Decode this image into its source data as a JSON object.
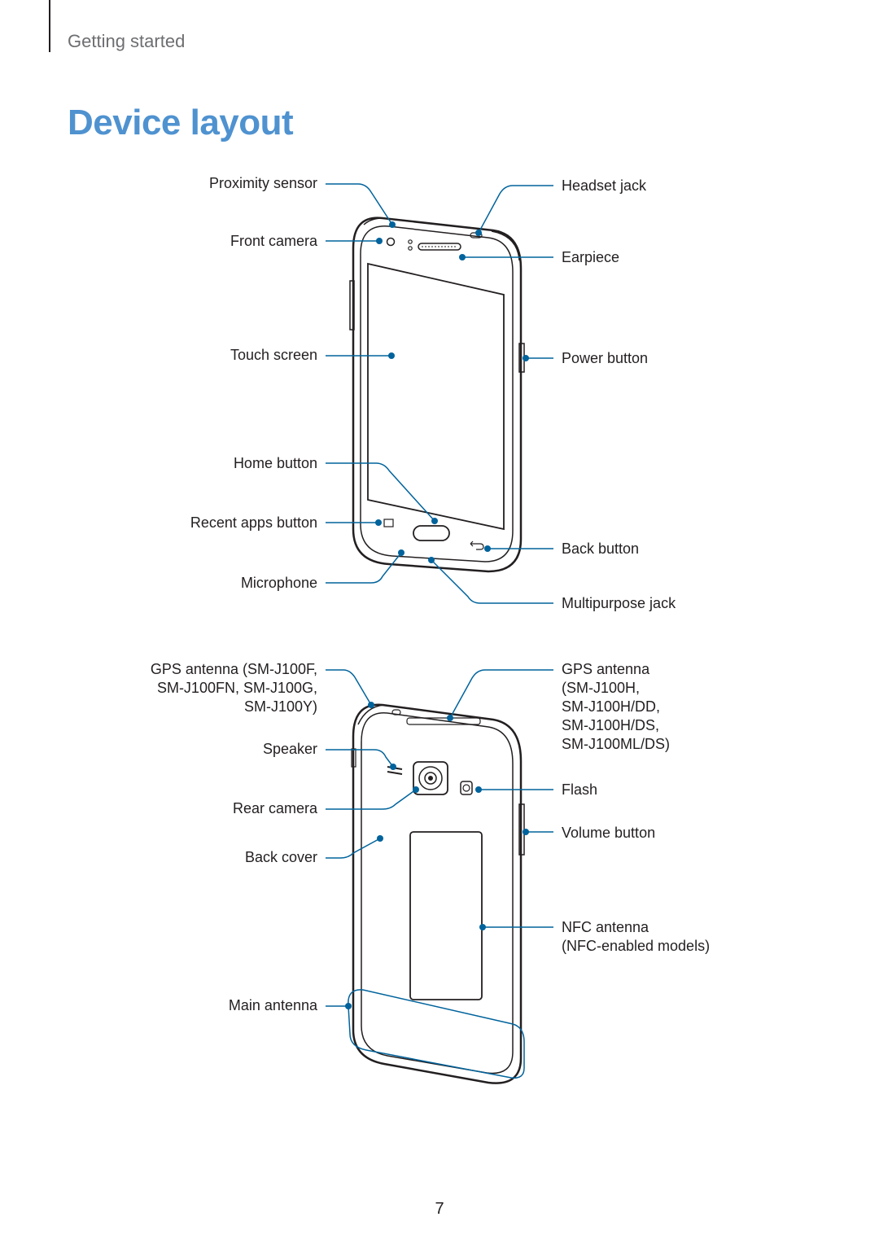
{
  "header": {
    "section": "Getting started",
    "title": "Device layout"
  },
  "front_labels": {
    "proximity_sensor": "Proximity sensor",
    "front_camera": "Front camera",
    "touch_screen": "Touch screen",
    "home_button": "Home button",
    "recent_apps_button": "Recent apps button",
    "microphone": "Microphone",
    "headset_jack": "Headset jack",
    "earpiece": "Earpiece",
    "power_button": "Power button",
    "back_button": "Back button",
    "multipurpose_jack": "Multipurpose jack"
  },
  "back_labels": {
    "gps_antenna_left": [
      "GPS antenna (SM-J100F,",
      "SM-J100FN, SM-J100G,",
      "SM-J100Y)"
    ],
    "speaker": "Speaker",
    "rear_camera": "Rear camera",
    "back_cover": "Back cover",
    "main_antenna": "Main antenna",
    "gps_antenna_right": [
      "GPS antenna",
      "(SM-J100H,",
      "SM-J100H/DD,",
      "SM-J100H/DS,",
      "SM-J100ML/DS)"
    ],
    "flash": "Flash",
    "volume_button": "Volume button",
    "nfc_antenna": [
      "NFC antenna",
      "(NFC-enabled models)"
    ]
  },
  "footer": {
    "page_number": "7"
  },
  "colors": {
    "title": "#4f92d0",
    "callout": "#00639c",
    "text": "#231f20",
    "section": "#6d6e71"
  }
}
